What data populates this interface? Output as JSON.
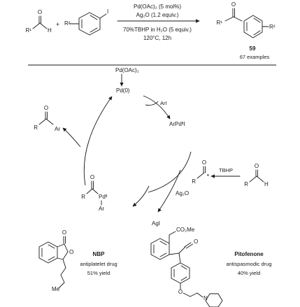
{
  "reaction": {
    "conditions": [
      "Pd(OAc)₂ (5 mol%)",
      "Ag₂O (1.2 equiv.)",
      "70%TBHP in H₂O (5 equiv.)",
      "120°C,  12h"
    ],
    "aldehyde_labels": {
      "o": "O",
      "r1": "R¹",
      "h": "H"
    },
    "plus": "+",
    "aryl_labels": {
      "r2": "R²",
      "i": "I"
    },
    "product_labels": {
      "o": "O",
      "r1": "R¹",
      "r2": "R²"
    },
    "compound_number": "59",
    "examples": "67 examples"
  },
  "cycle": {
    "precatalyst": "Pd(OAc)₂",
    "pd0": "Pd(0)",
    "ari": "ArI",
    "arpd": "ArPdᴵᴵI",
    "tbhp": "TBHP",
    "ag2o": "Ag₂O",
    "agi": "AgI",
    "acyl_radical": {
      "o": "O",
      "r": "R",
      "dot": "•"
    },
    "aldehyde": {
      "o": "O",
      "r": "R",
      "h": "H"
    },
    "acylpd": {
      "o": "O",
      "r": "R",
      "pd": "Pdᴵᴵ",
      "ar": "Ar"
    },
    "ketone": {
      "o": "O",
      "r": "R",
      "ar": "Ar"
    }
  },
  "examples": {
    "nbp": {
      "name": "NBP",
      "desc": "antiplatelet drug",
      "yield": "51% yield",
      "o1": "O",
      "o2": "O",
      "me": "Me"
    },
    "pitofenone": {
      "name": "Pitofenone",
      "desc": "antispasmodic drug",
      "yield": "40% yield",
      "o": "O",
      "co2me": "CO₂Me",
      "oether": "O",
      "n": "N"
    }
  },
  "colors": {
    "ink": "#1a1a1a",
    "background": "#ffffff"
  }
}
